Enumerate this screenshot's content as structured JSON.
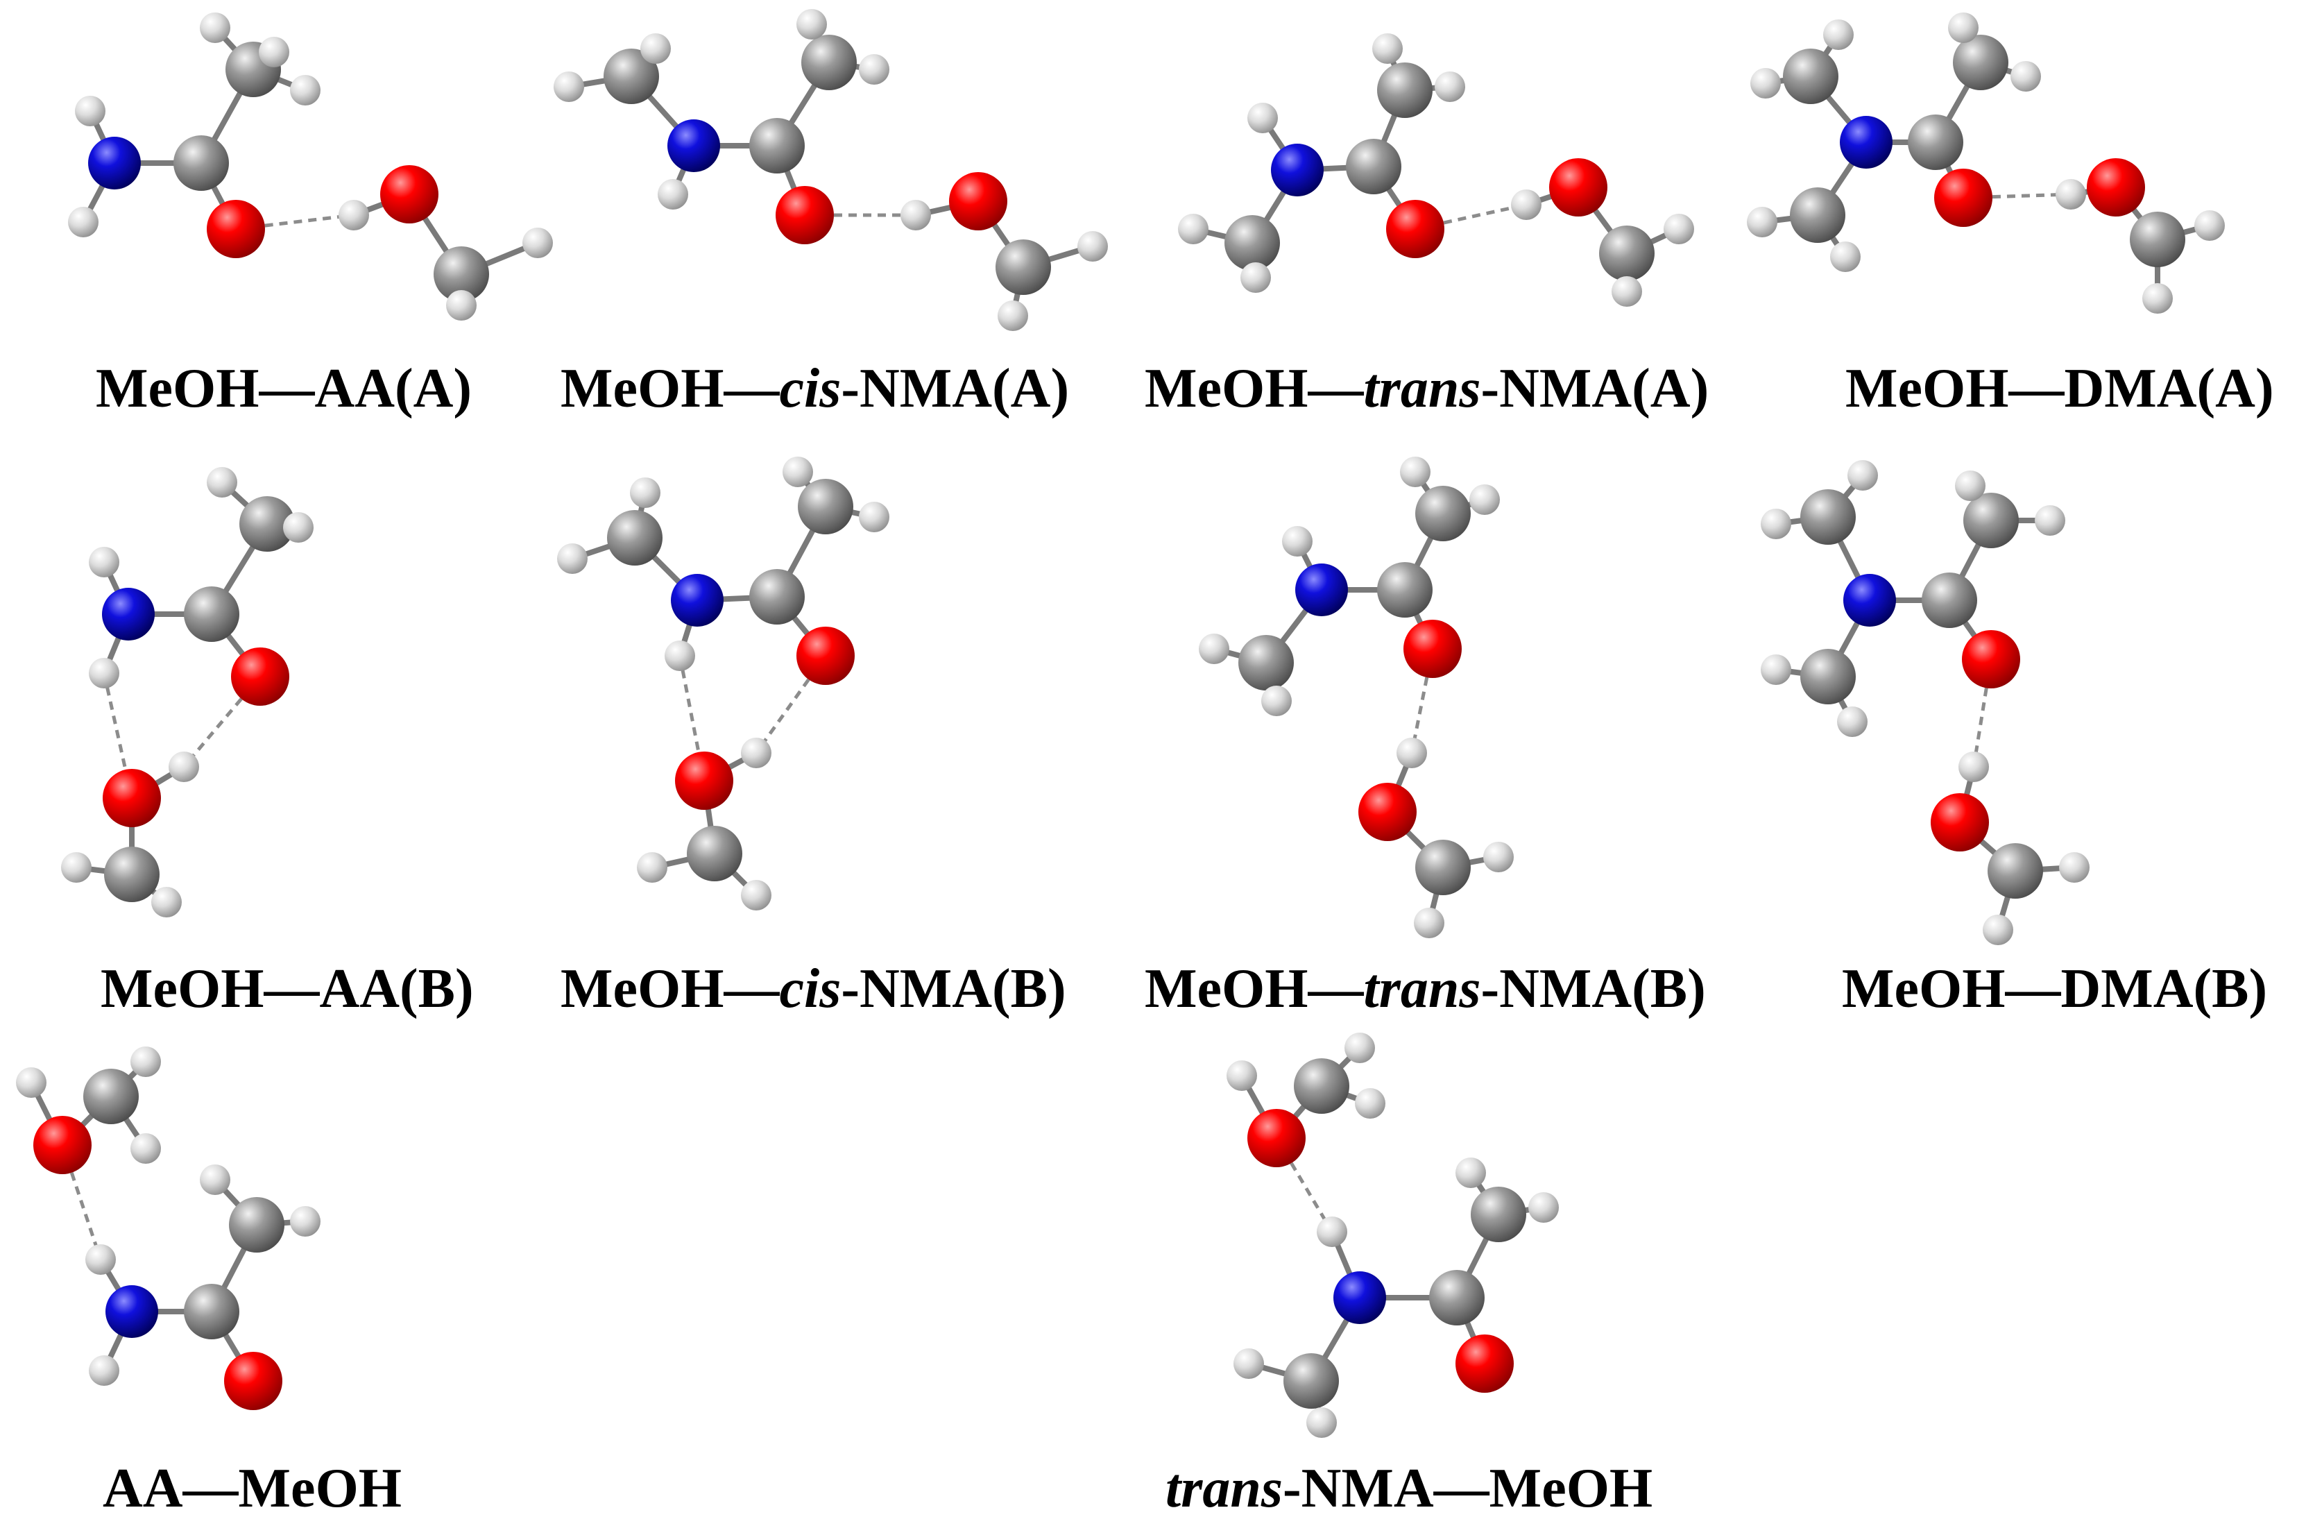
{
  "colors": {
    "oxygen": "#ff0000",
    "nitrogen": "#1010dd",
    "carbon": "#8a8a8a",
    "hydrogen": "#dcdcdc",
    "bond": "#7a7a7a",
    "hbond": "#8c8c8c",
    "text": "#000000"
  },
  "labels": [
    {
      "id": "a1",
      "parts": [
        {
          "t": "MeOH—AA(A)",
          "i": false
        }
      ]
    },
    {
      "id": "a2",
      "parts": [
        {
          "t": "MeOH—",
          "i": false
        },
        {
          "t": "cis",
          "i": true
        },
        {
          "t": "-NMA(A)",
          "i": false
        }
      ]
    },
    {
      "id": "a3",
      "parts": [
        {
          "t": "MeOH—",
          "i": false
        },
        {
          "t": "trans",
          "i": true
        },
        {
          "t": "-NMA(A)",
          "i": false
        }
      ]
    },
    {
      "id": "a4",
      "parts": [
        {
          "t": "MeOH—DMA(A)",
          "i": false
        }
      ]
    },
    {
      "id": "b1",
      "parts": [
        {
          "t": "MeOH—AA(B)",
          "i": false
        }
      ]
    },
    {
      "id": "b2",
      "parts": [
        {
          "t": "MeOH—",
          "i": false
        },
        {
          "t": "cis",
          "i": true
        },
        {
          "t": "-NMA(B)",
          "i": false
        }
      ]
    },
    {
      "id": "b3",
      "parts": [
        {
          "t": "MeOH—",
          "i": false
        },
        {
          "t": "trans",
          "i": true
        },
        {
          "t": "-NMA(B)",
          "i": false
        }
      ]
    },
    {
      "id": "b4",
      "parts": [
        {
          "t": "MeOH—DMA(B)",
          "i": false
        }
      ]
    },
    {
      "id": "c1",
      "parts": [
        {
          "t": "AA—MeOH",
          "i": false
        }
      ]
    },
    {
      "id": "c2",
      "parts": [
        {
          "t": "trans",
          "i": true
        },
        {
          "t": "-NMA—MeOH",
          "i": false
        }
      ]
    }
  ]
}
